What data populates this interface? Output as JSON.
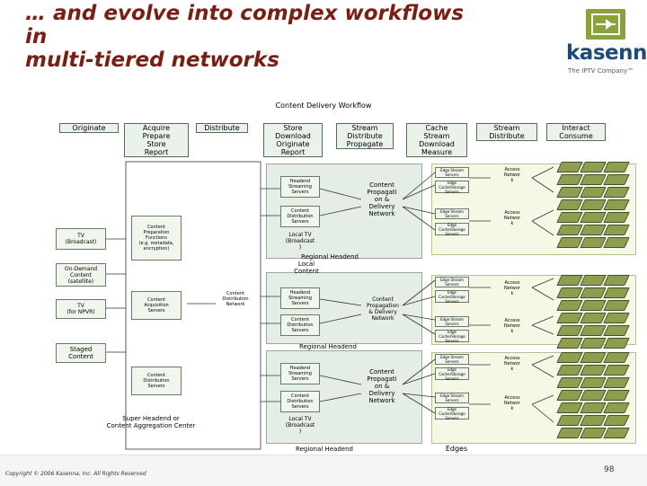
{
  "title": {
    "line1": "… and evolve into complex workflows",
    "line2": "in",
    "line3": "multi-tiered networks"
  },
  "logo": {
    "wordmark": "kasenna",
    "tagline": "The IPTV Company™",
    "icon": "hd-signal-icon"
  },
  "workflow": {
    "title": "Content Delivery Workflow",
    "stages": [
      {
        "id": "originate",
        "label": "Originate"
      },
      {
        "id": "acquire",
        "label": "Acquire\nPrepare\nStore\nReport"
      },
      {
        "id": "distribute",
        "label": "Distribute"
      },
      {
        "id": "store",
        "label": "Store\nDownload\nOriginate\nReport"
      },
      {
        "id": "stream",
        "label": "Stream\nDistribute\nPropagate"
      },
      {
        "id": "cache",
        "label": "Cache\nStream\nDownload\nMeasure"
      },
      {
        "id": "stream-distribute",
        "label": "Stream\nDistribute"
      },
      {
        "id": "interact",
        "label": "Interact\nConsume"
      }
    ]
  },
  "sources": [
    {
      "id": "tv-broadcast",
      "label": "TV\n(Broadcast)"
    },
    {
      "id": "on-demand",
      "label": "On-Demand\nContent\n(satellite)"
    },
    {
      "id": "tv-npvr",
      "label": "TV\n(for NPVR)"
    },
    {
      "id": "staged",
      "label": "Staged\nContent"
    }
  ],
  "center": {
    "content_prep": "Content\nPreparation\nFunctions\n(e.g. metadata,\nencryption)",
    "content_acq": "Content\nAcquisition\nServers",
    "content_dist_net": "Content\nDistribution\nNetwork",
    "content_dist_servers": "Content\nDistribution\nServers",
    "super_headend": "Super Headend or\nContent Aggregation Center"
  },
  "headends": [
    {
      "label": "Regional Headend",
      "streaming": "Headend\nStreaming\nServers",
      "distribution": "Content\nDistribution\nServers",
      "local_tv": "Local TV\n(Broadcast\n)",
      "network": "Content\nPropagati\non &\nDelivery\nNetwork"
    },
    {
      "label": "Regional Headend",
      "local_content": "Local\nContent",
      "streaming": "Headend\nStreaming\nServers",
      "distribution": "Content\nDistribution\nServers",
      "network": "Content\nPropagation\n& Delivery\nNetwork"
    },
    {
      "label": "Regional Headend",
      "streaming": "Headend\nStreaming\nServers",
      "distribution": "Content\nDistribution\nServers",
      "local_tv": "Local TV\n(Broadcast\n)",
      "network": "Content\nPropagati\non &\nDelivery\nNetwork"
    }
  ],
  "edges": {
    "label": "Edges",
    "edge_stream": "Edge Stream\nServers",
    "edge_cache": "Edge\nCache/Storage\nServers",
    "access": "Access\nNetwor\nk"
  },
  "footer": {
    "copyright": "Copyright © 2006 Kasenna, Inc. All Rights Reserved",
    "page": "98"
  }
}
